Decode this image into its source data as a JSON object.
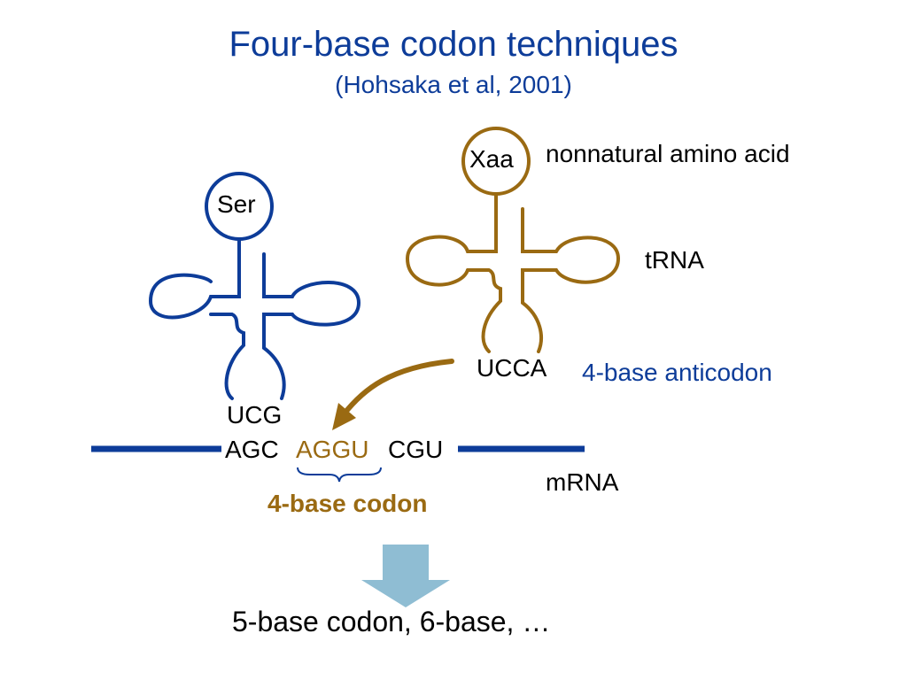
{
  "title": "Four-base codon techniques",
  "subtitle": "(Hohsaka et al, 2001)",
  "trna_ser": {
    "amino_acid": "Ser",
    "anticodon": "UCG",
    "color": "#0d3c99"
  },
  "trna_xaa": {
    "amino_acid": "Xaa",
    "amino_acid_note": "nonnatural amino acid",
    "label": "tRNA",
    "anticodon": "UCCA",
    "anticodon_note": "4-base anticodon",
    "color": "#9a6a12"
  },
  "mrna": {
    "codon_left": "AGC",
    "codon_middle": "AGGU",
    "codon_right": "CGU",
    "label": "mRNA",
    "codon_note": "4-base codon"
  },
  "result": "5-base codon, 6-base, …",
  "colors": {
    "title": "#0d3c99",
    "trna_blue": "#0d3c99",
    "trna_gold": "#9a6a12",
    "mrna_line": "#0d3c99",
    "down_arrow": "#8fbdd3"
  }
}
